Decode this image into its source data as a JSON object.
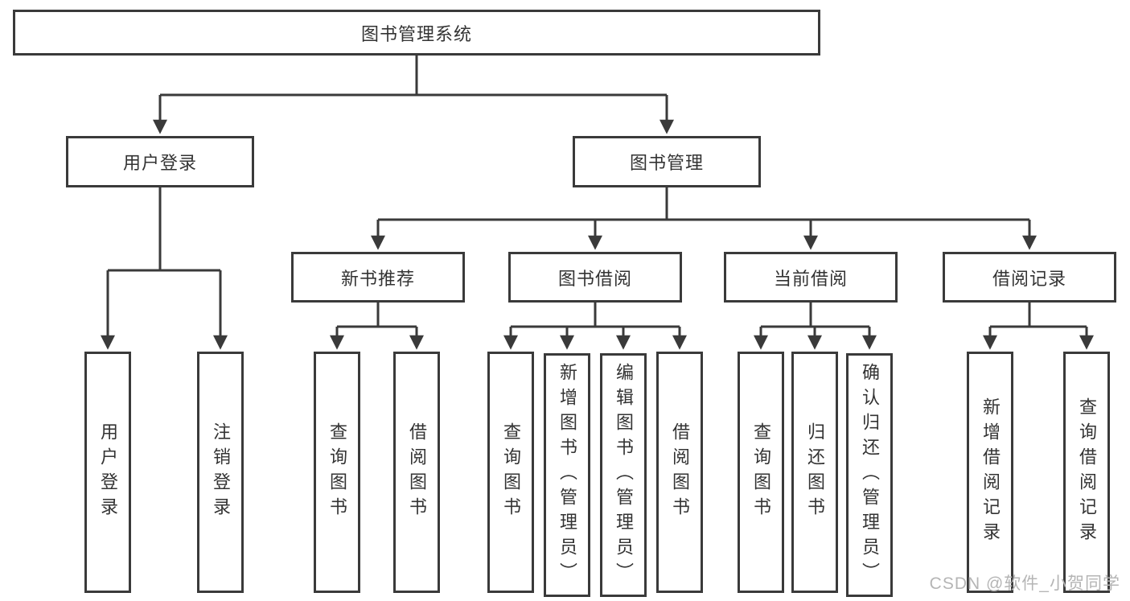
{
  "title": "图书管理系统",
  "watermark": "CSDN @软件_小贺同学",
  "colors": {
    "line": "#3a3a3a",
    "text": "#333333",
    "watermark": "#b5b5b5",
    "background": "#ffffff"
  },
  "nodes": {
    "root": {
      "label": "图书管理系统"
    },
    "user_login": {
      "label": "用户登录"
    },
    "book_mgmt": {
      "label": "图书管理"
    },
    "new_book": {
      "label": "新书推荐"
    },
    "book_borrow": {
      "label": "图书借阅"
    },
    "current_borrow": {
      "label": "当前借阅"
    },
    "borrow_record": {
      "label": "借阅记录"
    },
    "login": {
      "label": "用户登录"
    },
    "logout": {
      "label": "注销登录"
    },
    "nb_query": {
      "label": "查询图书"
    },
    "nb_borrow": {
      "label": "借阅图书"
    },
    "bb_query": {
      "label": "查询图书"
    },
    "bb_add": {
      "label": "新增图书（管理员）"
    },
    "bb_edit": {
      "label": "编辑图书（管理员）"
    },
    "bb_borrow": {
      "label": "借阅图书"
    },
    "cb_query": {
      "label": "查询图书"
    },
    "cb_return": {
      "label": "归还图书"
    },
    "cb_confirm": {
      "label": "确认归还（管理员）"
    },
    "br_add": {
      "label": "新增借阅记录"
    },
    "br_query": {
      "label": "查询借阅记录"
    }
  },
  "edges": [
    {
      "from": "图书管理系统",
      "to": "用户登录"
    },
    {
      "from": "图书管理系统",
      "to": "图书管理"
    },
    {
      "from": "用户登录",
      "to": "用户登录"
    },
    {
      "from": "用户登录",
      "to": "注销登录"
    },
    {
      "from": "图书管理",
      "to": "新书推荐"
    },
    {
      "from": "图书管理",
      "to": "图书借阅"
    },
    {
      "from": "图书管理",
      "to": "当前借阅"
    },
    {
      "from": "图书管理",
      "to": "借阅记录"
    },
    {
      "from": "新书推荐",
      "to": "查询图书"
    },
    {
      "from": "新书推荐",
      "to": "借阅图书"
    },
    {
      "from": "图书借阅",
      "to": "查询图书"
    },
    {
      "from": "图书借阅",
      "to": "新增图书（管理员）"
    },
    {
      "from": "图书借阅",
      "to": "编辑图书（管理员）"
    },
    {
      "from": "图书借阅",
      "to": "借阅图书"
    },
    {
      "from": "当前借阅",
      "to": "查询图书"
    },
    {
      "from": "当前借阅",
      "to": "归还图书"
    },
    {
      "from": "当前借阅",
      "to": "确认归还（管理员）"
    },
    {
      "from": "借阅记录",
      "to": "新增借阅记录"
    },
    {
      "from": "借阅记录",
      "to": "查询借阅记录"
    }
  ]
}
